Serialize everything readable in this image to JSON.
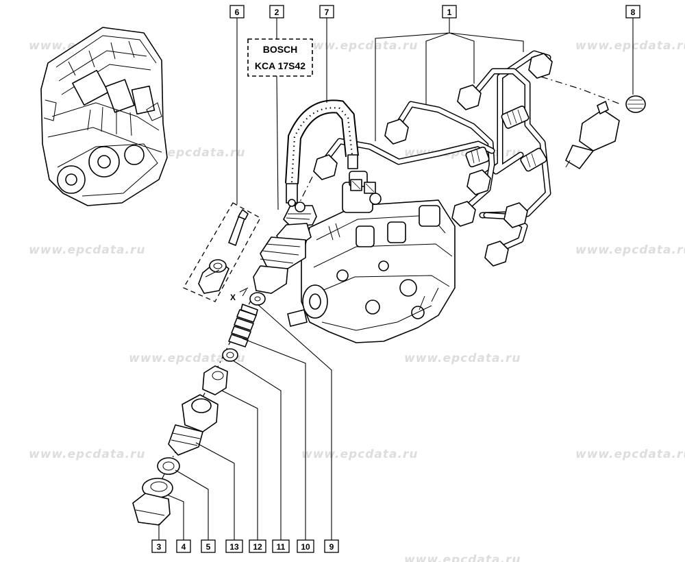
{
  "watermark": "www.epcdata.ru",
  "bosch_label": {
    "line1": "BOSCH",
    "line2": "KCA 17S42"
  },
  "x_marker": "X",
  "callouts_top": [
    {
      "id": "callout-6",
      "label": "6"
    },
    {
      "id": "callout-2",
      "label": "2"
    },
    {
      "id": "callout-7",
      "label": "7"
    },
    {
      "id": "callout-1",
      "label": "1"
    },
    {
      "id": "callout-8",
      "label": "8"
    }
  ],
  "callouts_bottom": [
    {
      "id": "callout-3",
      "label": "3"
    },
    {
      "id": "callout-4",
      "label": "4"
    },
    {
      "id": "callout-5",
      "label": "5"
    },
    {
      "id": "callout-13",
      "label": "13"
    },
    {
      "id": "callout-12",
      "label": "12"
    },
    {
      "id": "callout-11",
      "label": "11"
    },
    {
      "id": "callout-10",
      "label": "10"
    },
    {
      "id": "callout-9",
      "label": "9"
    }
  ]
}
